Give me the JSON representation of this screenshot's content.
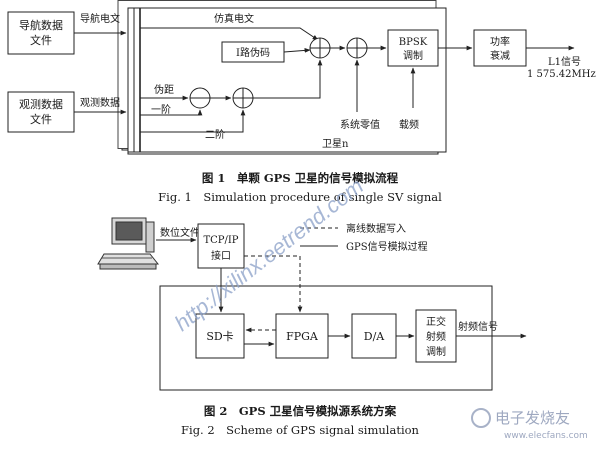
{
  "fig1": {
    "nav_data_file": [
      "导航数据",
      "文件"
    ],
    "obs_data_file": [
      "观测数据",
      "文件"
    ],
    "nav_message": "导航电文",
    "obs_data": "观测数据",
    "sim_message": "仿真电文",
    "i_code": "I路伪码",
    "pseudorange": "伪距",
    "first_order": "一阶",
    "second_order": "二阶",
    "system_zero": "系统零值",
    "carrier": "载频",
    "satellite_n": "卫星n",
    "bpsk": [
      "BPSK",
      "调制"
    ],
    "power_att": [
      "功率",
      "衰减"
    ],
    "l1_signal": [
      "L1信号",
      "1 575.42MHz"
    ],
    "caption_cn": "图 1　单颗 GPS 卫星的信号模拟流程",
    "caption_en": "Fig. 1　Simulation procedure of single SV signal"
  },
  "fig2": {
    "digital_file": "数位文件",
    "tcpip": [
      "TCP/IP",
      "接口"
    ],
    "offline_write": "离线数据写入",
    "gps_sim_process": "GPS信号模拟过程",
    "sd_card": "SD卡",
    "fpga": "FPGA",
    "da": "D/A",
    "quad_rf": [
      "正交",
      "射频",
      "调制"
    ],
    "rf_signal": "射频信号",
    "caption_cn": "图 2　GPS 卫星信号模拟源系统方案",
    "caption_en": "Fig. 2　Scheme of GPS signal simulation"
  },
  "watermark": "http://xilinx.eetrend.com",
  "logo": {
    "cn": "电子发烧友",
    "url": "www.elecfans.com"
  }
}
